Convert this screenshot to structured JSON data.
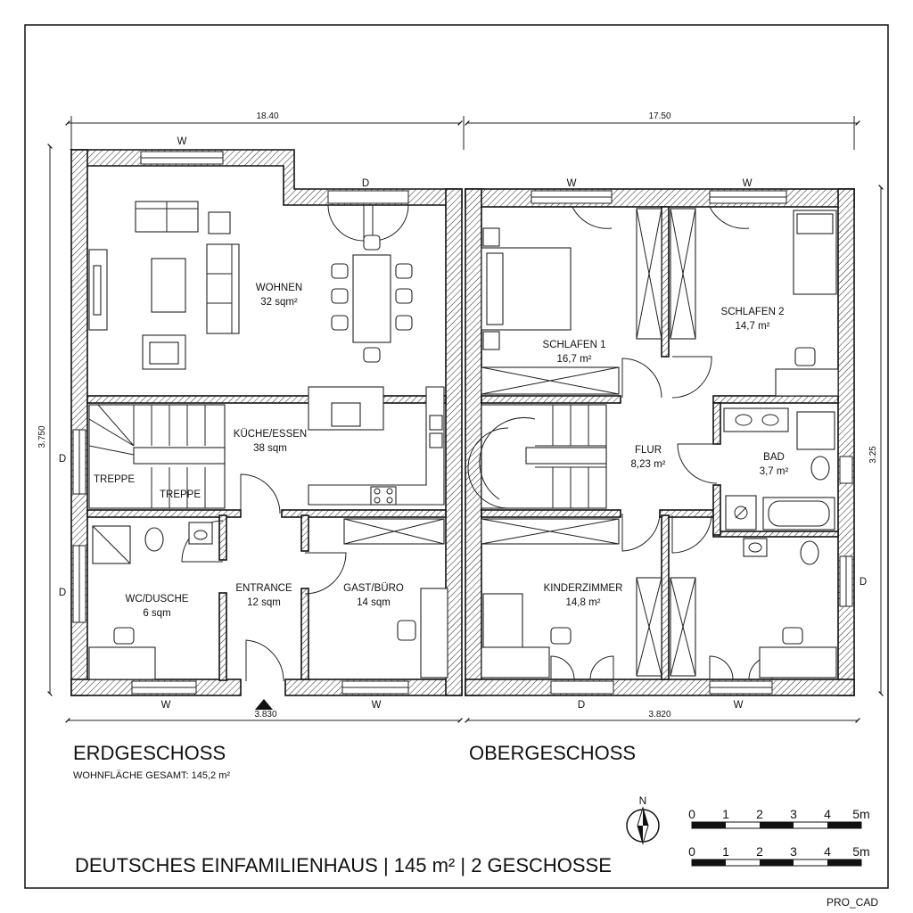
{
  "dimensions": {
    "top_left": "18.40",
    "top_right": "17.50",
    "bottom_left": "3.830",
    "bottom_right": "3.820",
    "left_vertical": "3.750",
    "right_vertical": "3.25"
  },
  "ground_floor": {
    "heading": "ERDGESCHOSS",
    "subheading": "WOHNFLÄCHE GESAMT: 145,2 m²",
    "rooms": {
      "wohnen": {
        "name": "WOHNEN",
        "area": "32 sqm²"
      },
      "kueche": {
        "name": "KÜCHE/ESSEN",
        "area": "38 sqm"
      },
      "treppe_a": "TREPPE",
      "treppe_b": "TREPPE",
      "wc": {
        "name": "WC/DUSCHE",
        "area": "6 sqm"
      },
      "entrance": {
        "name": "ENTRANCE",
        "area": "12 sqm"
      },
      "gast": {
        "name": "GAST/BÜRO",
        "area": "14 sqm"
      }
    }
  },
  "upper_floor": {
    "heading": "OBERGESCHOSS",
    "rooms": {
      "schlafen1": {
        "name": "SCHLAFEN 1",
        "area": "16,7 m²"
      },
      "schlafen2": {
        "name": "SCHLAFEN 2",
        "area": "14,7 m²"
      },
      "flur": {
        "name": "FLUR",
        "area": "8,23 m²"
      },
      "bad": {
        "name": "BAD",
        "area": "3,7 m²"
      },
      "kinder": {
        "name": "KINDERZIMMER",
        "area": "14,8 m²"
      }
    }
  },
  "markers": {
    "window": "W",
    "door": "D"
  },
  "footer": {
    "title": "DEUTSCHES EINFAMILIENHAUS |   145 m² | 2 GESCHOSSE",
    "brand": "PRO_CAD"
  },
  "north_label": "N",
  "scale_labels": [
    "0",
    "1",
    "2",
    "3",
    "4",
    "5m"
  ]
}
